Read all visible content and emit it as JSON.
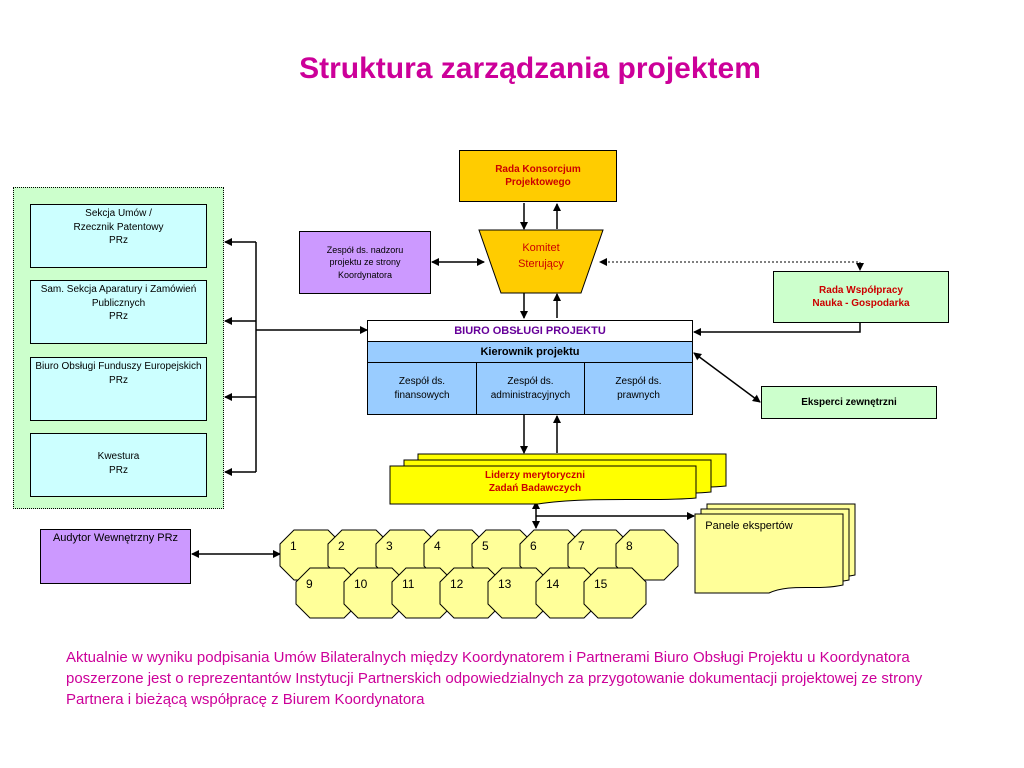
{
  "title": "Struktura zarządzania projektem",
  "rada_konsorcjum": {
    "line1": "Rada Konsorcjum",
    "line2": "Projektowego"
  },
  "komitet": {
    "line1": "Komitet",
    "line2": "Sterujący"
  },
  "zespol_nadzoru": {
    "line1": "Zespół ds. nadzoru",
    "line2": "projektu ze strony",
    "line3": "Koordynatora"
  },
  "rada_wspolpracy": {
    "line1": "Rada Współpracy",
    "line2": "Nauka - Gospodarka"
  },
  "biuro": {
    "header": "BIURO OBSŁUGI PROJEKTU",
    "kierownik": "Kierownik projektu",
    "teams": [
      {
        "line1": "Zespół ds.",
        "line2": "finansowych"
      },
      {
        "line1": "Zespół ds.",
        "line2": "administracyjnych"
      },
      {
        "line1": "Zespół ds.",
        "line2": "prawnych"
      }
    ]
  },
  "eksperci": "Eksperci zewnętrzni",
  "liderzy": {
    "line1": "Liderzy merytoryczni",
    "line2": "Zadań Badawczych"
  },
  "panele": "Panele ekspertów",
  "audytor": "Audytor Wewnętrzny PRz",
  "left_units": [
    {
      "line1": "Sekcja Umów /",
      "line2": "Rzecznik Patentowy",
      "line3": "PRz"
    },
    {
      "line1": "Sam. Sekcja Aparatury i Zamówień",
      "line2": "Publicznych",
      "line3": "PRz"
    },
    {
      "line1": "Biuro Obsługi Funduszy Europejskich",
      "line2": "PRz",
      "line3": ""
    },
    {
      "line1": "",
      "line2": "Kwestura",
      "line3": "PRz"
    }
  ],
  "tasks_row1": [
    "1",
    "2",
    "3",
    "4",
    "5",
    "6",
    "7",
    "8"
  ],
  "tasks_row2": [
    "9",
    "10",
    "11",
    "12",
    "13",
    "14",
    "15"
  ],
  "note": "Aktualnie w wyniku podpisania Umów Bilateralnych między Koordynatorem i Partnerami Biuro Obsługi Projektu u Koordynatora poszerzone jest o reprezentantów Instytucji Partnerskich odpowiedzialnych za przygotowanie dokumentacji projektowej ze strony Partnera i bieżącą współpracę z Biurem Koordynatora",
  "colors": {
    "title": "#cc0099",
    "orange": "#ffcc00",
    "purple": "#cc99ff",
    "green": "#ccffcc",
    "lightblue": "#99ccff",
    "cyan": "#ccffff",
    "yellow": "#ffff00",
    "paleyellow": "#ffff99",
    "red": "#cc0000"
  }
}
